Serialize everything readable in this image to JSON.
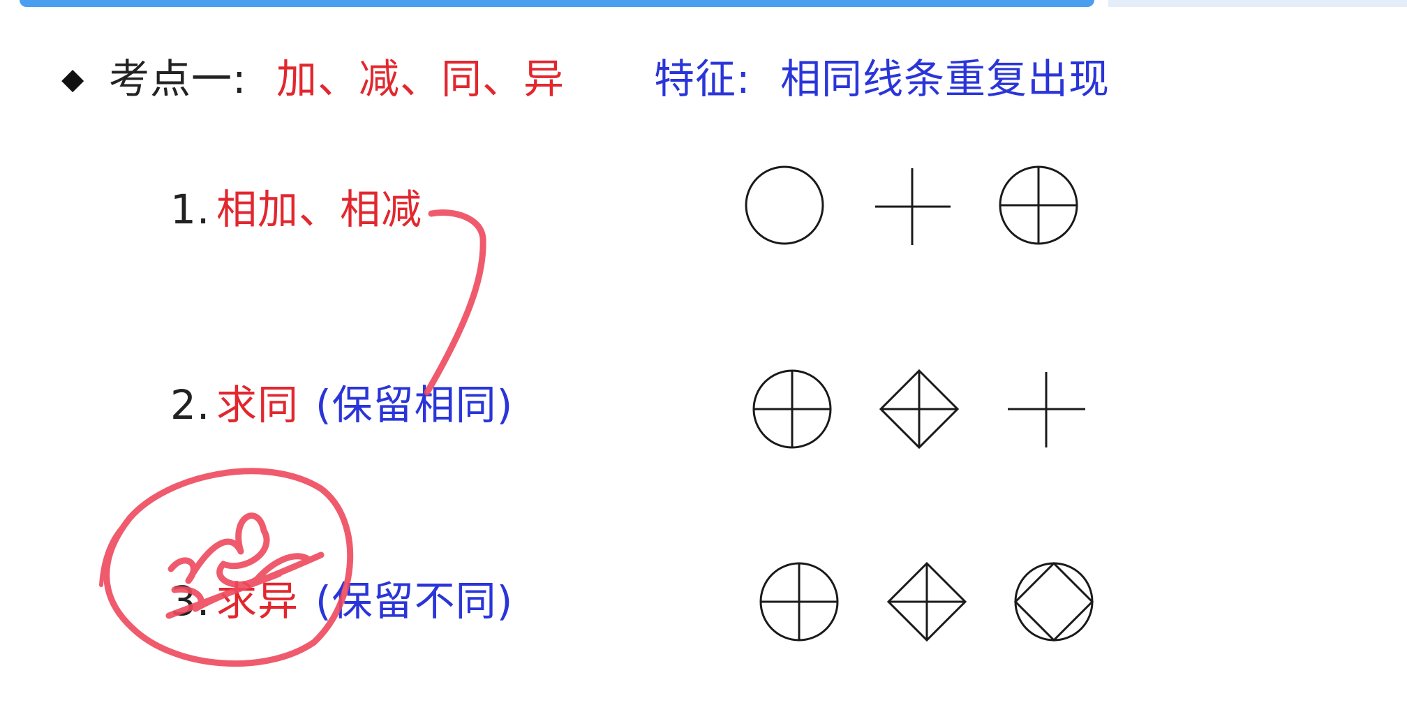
{
  "heading": {
    "bullet_icon": "diamond-bullet-icon",
    "label": "考点一:",
    "topics": "加、减、同、异",
    "feature_label": "特征:",
    "feature_text": "相同线条重复出现"
  },
  "items": [
    {
      "number": "1.",
      "title": "相加、相减",
      "note": ""
    },
    {
      "number": "2.",
      "title": "求同",
      "note": "(保留相同)"
    },
    {
      "number": "3.",
      "title": "求异",
      "note": "(保留不同)"
    }
  ],
  "figures": [
    [
      "circle-icon",
      "cross-icon",
      "circle-cross-icon"
    ],
    [
      "circle-cross-icon",
      "diamond-cross-icon",
      "cross-icon"
    ],
    [
      "circle-cross-icon",
      "diamond-cross-icon",
      "circle-diamond-icon"
    ]
  ],
  "annotations": {
    "ink_color": "#ee4a5e",
    "marks": [
      "curved-arrow-stroke",
      "circle-stroke",
      "scribble-stroke"
    ]
  },
  "colors": {
    "red_text": "#e2272e",
    "blue_text": "#2a35d9",
    "top_bar": "#4a9ef0"
  }
}
